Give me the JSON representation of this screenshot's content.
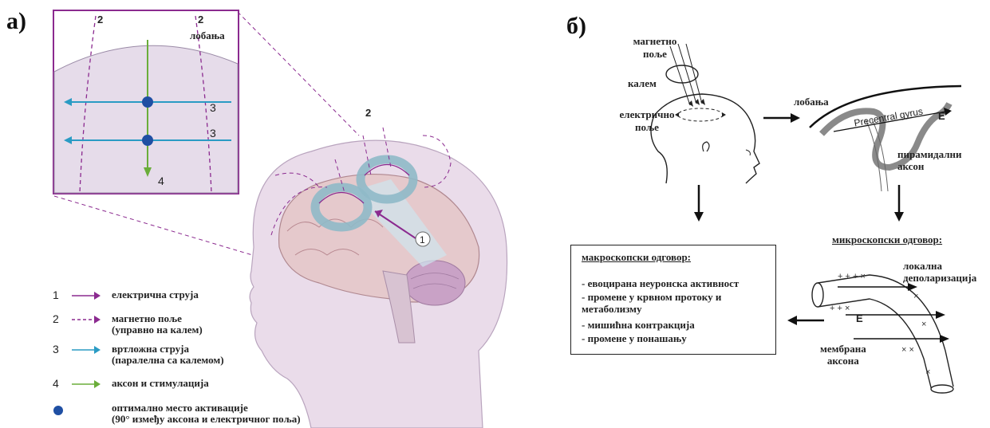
{
  "panel_a": {
    "label": "а)",
    "inset": {
      "skull_label": "лобања",
      "numbers": [
        "2",
        "2",
        "3",
        "3",
        "4"
      ]
    },
    "head": {
      "label_2": "2",
      "label_1": "1"
    },
    "legend": [
      {
        "num": "1",
        "text": "електрична струја",
        "color": "#8b2a8f",
        "style": "solid-arrow"
      },
      {
        "num": "2",
        "text": "магнетно поље\n(управно на калем)",
        "color": "#8b2a8f",
        "style": "dashed-arrow"
      },
      {
        "num": "3",
        "text": "вртложна струја\n(паралелна са калемом)",
        "color": "#2a9bc4",
        "style": "solid-arrow"
      },
      {
        "num": "4",
        "text": "аксон и стимулација",
        "color": "#6aad3a",
        "style": "solid-arrow"
      },
      {
        "num": "",
        "text": "оптимално место активације\n(90° између аксона и електричног поља)",
        "color": "#1f4fa3",
        "style": "dot"
      }
    ]
  },
  "panel_b": {
    "label": "б)",
    "head_labels": {
      "magnetic": "магнетно\nпоље",
      "coil": "калем",
      "electric": "електрично\nпоље"
    },
    "cortex": {
      "skull": "лобања",
      "gyrus": "Precentral gyrus",
      "field": "E",
      "axon": "пирамидални\nаксон"
    },
    "macro": {
      "title": "макроскопски одговор:",
      "items": [
        "- евоцирана неуронска активност",
        "- промене у крвном протоку и\nметаболизму",
        "- мишићна контракција",
        "- промене у понашању"
      ]
    },
    "micro": {
      "title": "микроскопски одговор:",
      "depol": "локална\nдеполаризација",
      "field": "E",
      "membrane": "мембрана\nаксона"
    }
  }
}
